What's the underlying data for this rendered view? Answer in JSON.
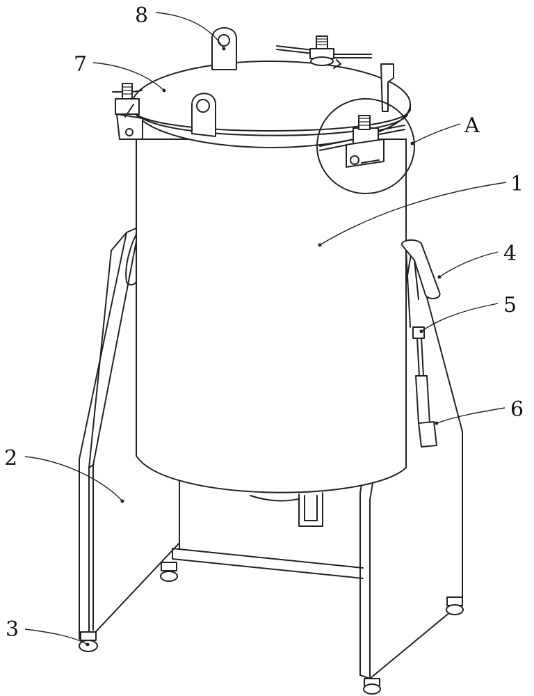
{
  "diagram": {
    "labels": [
      {
        "id": "label-1",
        "text": "1"
      },
      {
        "id": "label-2",
        "text": "2"
      },
      {
        "id": "label-3",
        "text": "3"
      },
      {
        "id": "label-4",
        "text": "4"
      },
      {
        "id": "label-5",
        "text": "5"
      },
      {
        "id": "label-6",
        "text": "6"
      },
      {
        "id": "label-7",
        "text": "7"
      },
      {
        "id": "label-8",
        "text": "8"
      },
      {
        "id": "label-a",
        "text": "A"
      }
    ]
  }
}
